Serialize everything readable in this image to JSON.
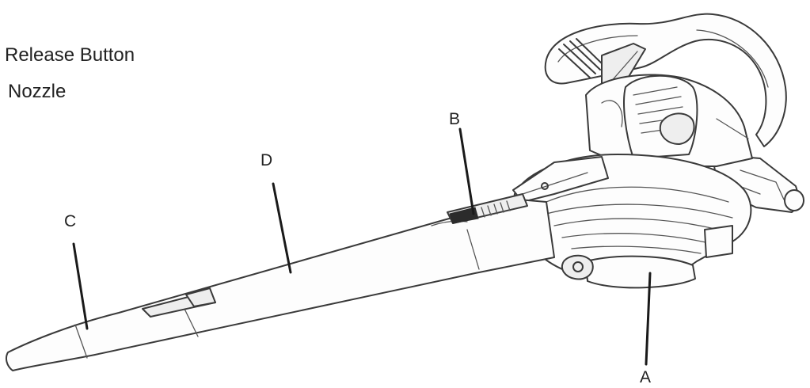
{
  "legend": {
    "line_1": "Release Button",
    "line_2": "Nozzle"
  },
  "callouts": {
    "a": "A",
    "b": "B",
    "c": "C",
    "d": "D"
  }
}
